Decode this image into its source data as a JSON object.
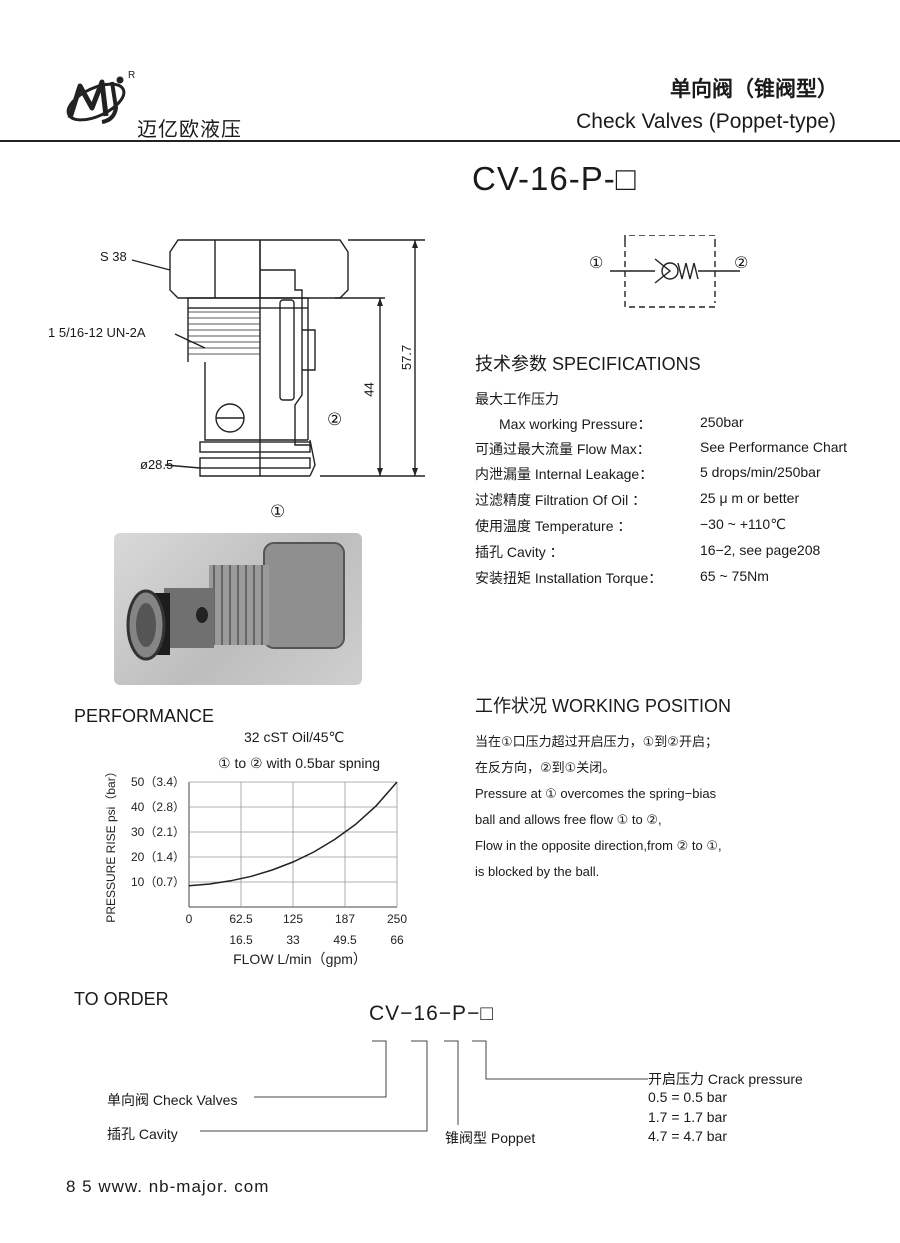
{
  "header": {
    "logo_mark": "MJ",
    "logo_r": "R",
    "company": "迈亿欧液压",
    "title_cn": "单向阀（锥阀型）",
    "title_en": "Check Valves (Poppet-type)"
  },
  "model": "CV-16-P-□",
  "drawing": {
    "hex_label": "S 38",
    "thread_label": "1 5/16-12 UN-2A",
    "dia_label": "ø28.5",
    "dim_total": "57.7",
    "dim_body": "44",
    "port2": "②",
    "port1": "①"
  },
  "symbol": {
    "port1": "①",
    "port2": "②"
  },
  "specifications": {
    "title": "技术参数 SPECIFICATIONS",
    "header_cn": "最大工作压力",
    "rows": [
      {
        "key": "Max working Pressure：",
        "value": "250bar"
      },
      {
        "key": "可通过最大流量 Flow Max：",
        "value": "See Performance Chart"
      },
      {
        "key": "内泄漏量 Internal Leakage：",
        "value": "5 drops/min/250bar"
      },
      {
        "key": "过滤精度 Filtration Of Oil ：",
        "value": "25 μ m or better"
      },
      {
        "key": "使用温度 Temperature ：",
        "value": "−30 ~ +110℃"
      },
      {
        "key": "插孔 Cavity ：",
        "value": "16−2, see page208"
      },
      {
        "key": "安装扭矩 Installation Torque：",
        "value": "65 ~ 75Nm"
      }
    ]
  },
  "working_position": {
    "title": "工作状况 WORKING POSITION",
    "lines": [
      "当在①口压力超过开启压力，①到②开启；",
      "在反方向，②到①关闭。",
      "Pressure at ①  overcomes the spring−bias",
      "ball and allows free flow ① to ②,",
      "Flow in the opposite direction,from ② to ①,",
      "is blocked by the ball."
    ]
  },
  "performance": {
    "title": "PERFORMANCE",
    "subtitle1": "32 cST Oil/45℃",
    "subtitle2": "① to ② with 0.5bar spning"
  },
  "chart_data": {
    "type": "line",
    "title": "",
    "ylabel": "PRESSURE RISE psi（bar）",
    "xlabel": "FLOW L/min（gpm）",
    "x_ticks_primary": [
      "0",
      "62.5",
      "125",
      "187",
      "250"
    ],
    "x_ticks_secondary": [
      "16.5",
      "33",
      "49.5",
      "66"
    ],
    "y_ticks": [
      "10（0.7）",
      "20（1.4）",
      "30（2.1）",
      "40（2.8）",
      "50（3.4）"
    ],
    "xlim": [
      0,
      250
    ],
    "ylim": [
      0,
      50
    ],
    "grid": true,
    "series": [
      {
        "x": [
          0,
          25,
          50,
          75,
          100,
          125,
          150,
          175,
          200,
          225,
          250
        ],
        "values": [
          8.5,
          9.2,
          10.5,
          12.3,
          14.8,
          18.0,
          22.0,
          27.0,
          33.0,
          40.5,
          50.0
        ]
      }
    ]
  },
  "order": {
    "title": "TO ORDER",
    "code": "CV−16−P−□",
    "check_valves": "单向阀 Check Valves",
    "cavity": "插孔 Cavity",
    "poppet": "锥阀型 Poppet",
    "crack_title": "开启压力 Crack pressure",
    "crack_options": [
      "0.5 = 0.5 bar",
      "1.7 = 1.7 bar",
      "4.7 = 4.7 bar"
    ]
  },
  "footer": {
    "page": "8 5",
    "url": "www. nb-major. com"
  }
}
